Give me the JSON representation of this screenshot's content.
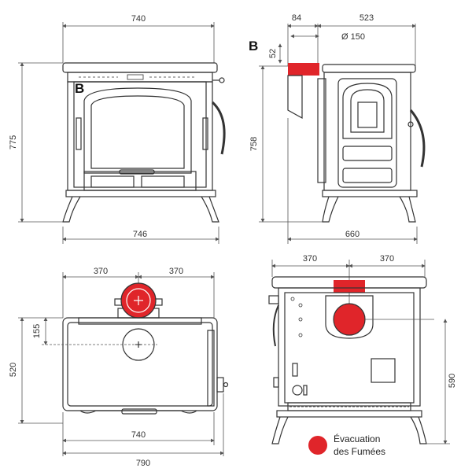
{
  "front_view": {
    "width_top": "740",
    "height": "775",
    "width_bottom": "746",
    "marker": "B"
  },
  "side_view": {
    "marker": "B",
    "offset_top": "84",
    "depth_top": "523",
    "flue_diameter": "Ø  150",
    "flue_height": "52",
    "height": "758",
    "depth_bottom": "660"
  },
  "top_view": {
    "left": "370",
    "right": "370",
    "offset": "155",
    "depth": "520",
    "width_inner": "740",
    "width_outer": "790"
  },
  "rear_view": {
    "left": "370",
    "right": "370",
    "height": "590"
  },
  "legend": {
    "line1": "Évacuation",
    "line2": "des Fumées"
  },
  "colors": {
    "flue_red": "#e0252a",
    "line": "#333333",
    "dim_line": "#555555"
  }
}
